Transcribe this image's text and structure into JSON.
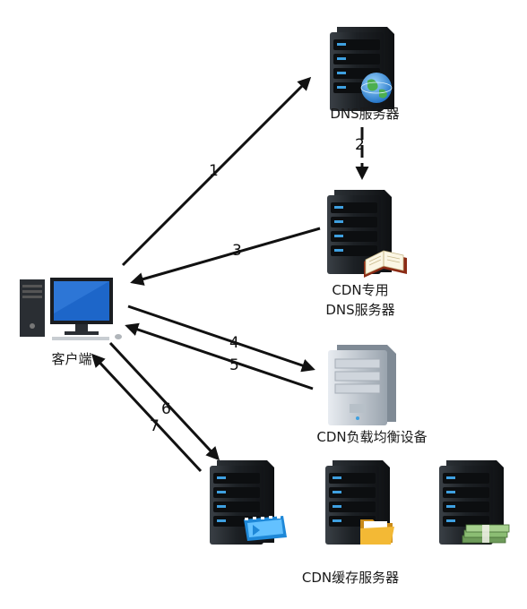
{
  "nodes": {
    "client": "客户端",
    "dns": "DNS服务器",
    "cdn_dns_line1": "CDN专用",
    "cdn_dns_line2": "DNS服务器",
    "lb": "CDN负载均衡设备",
    "cache": "CDN缓存服务器"
  },
  "steps": [
    "1",
    "2",
    "3",
    "4",
    "5",
    "6",
    "7"
  ],
  "icons": {
    "server": "server-rack-icon",
    "globe": "globe-icon",
    "book": "open-book-icon",
    "film": "film-strip-icon",
    "folder": "folder-icon",
    "money": "money-stack-icon",
    "pc": "desktop-computer-icon",
    "lb": "load-balancer-tower-icon"
  },
  "colors": {
    "server_body": "#1f2326",
    "server_led": "#3fa0e0",
    "arrow": "#111111",
    "monitor": "#1d66c9"
  }
}
